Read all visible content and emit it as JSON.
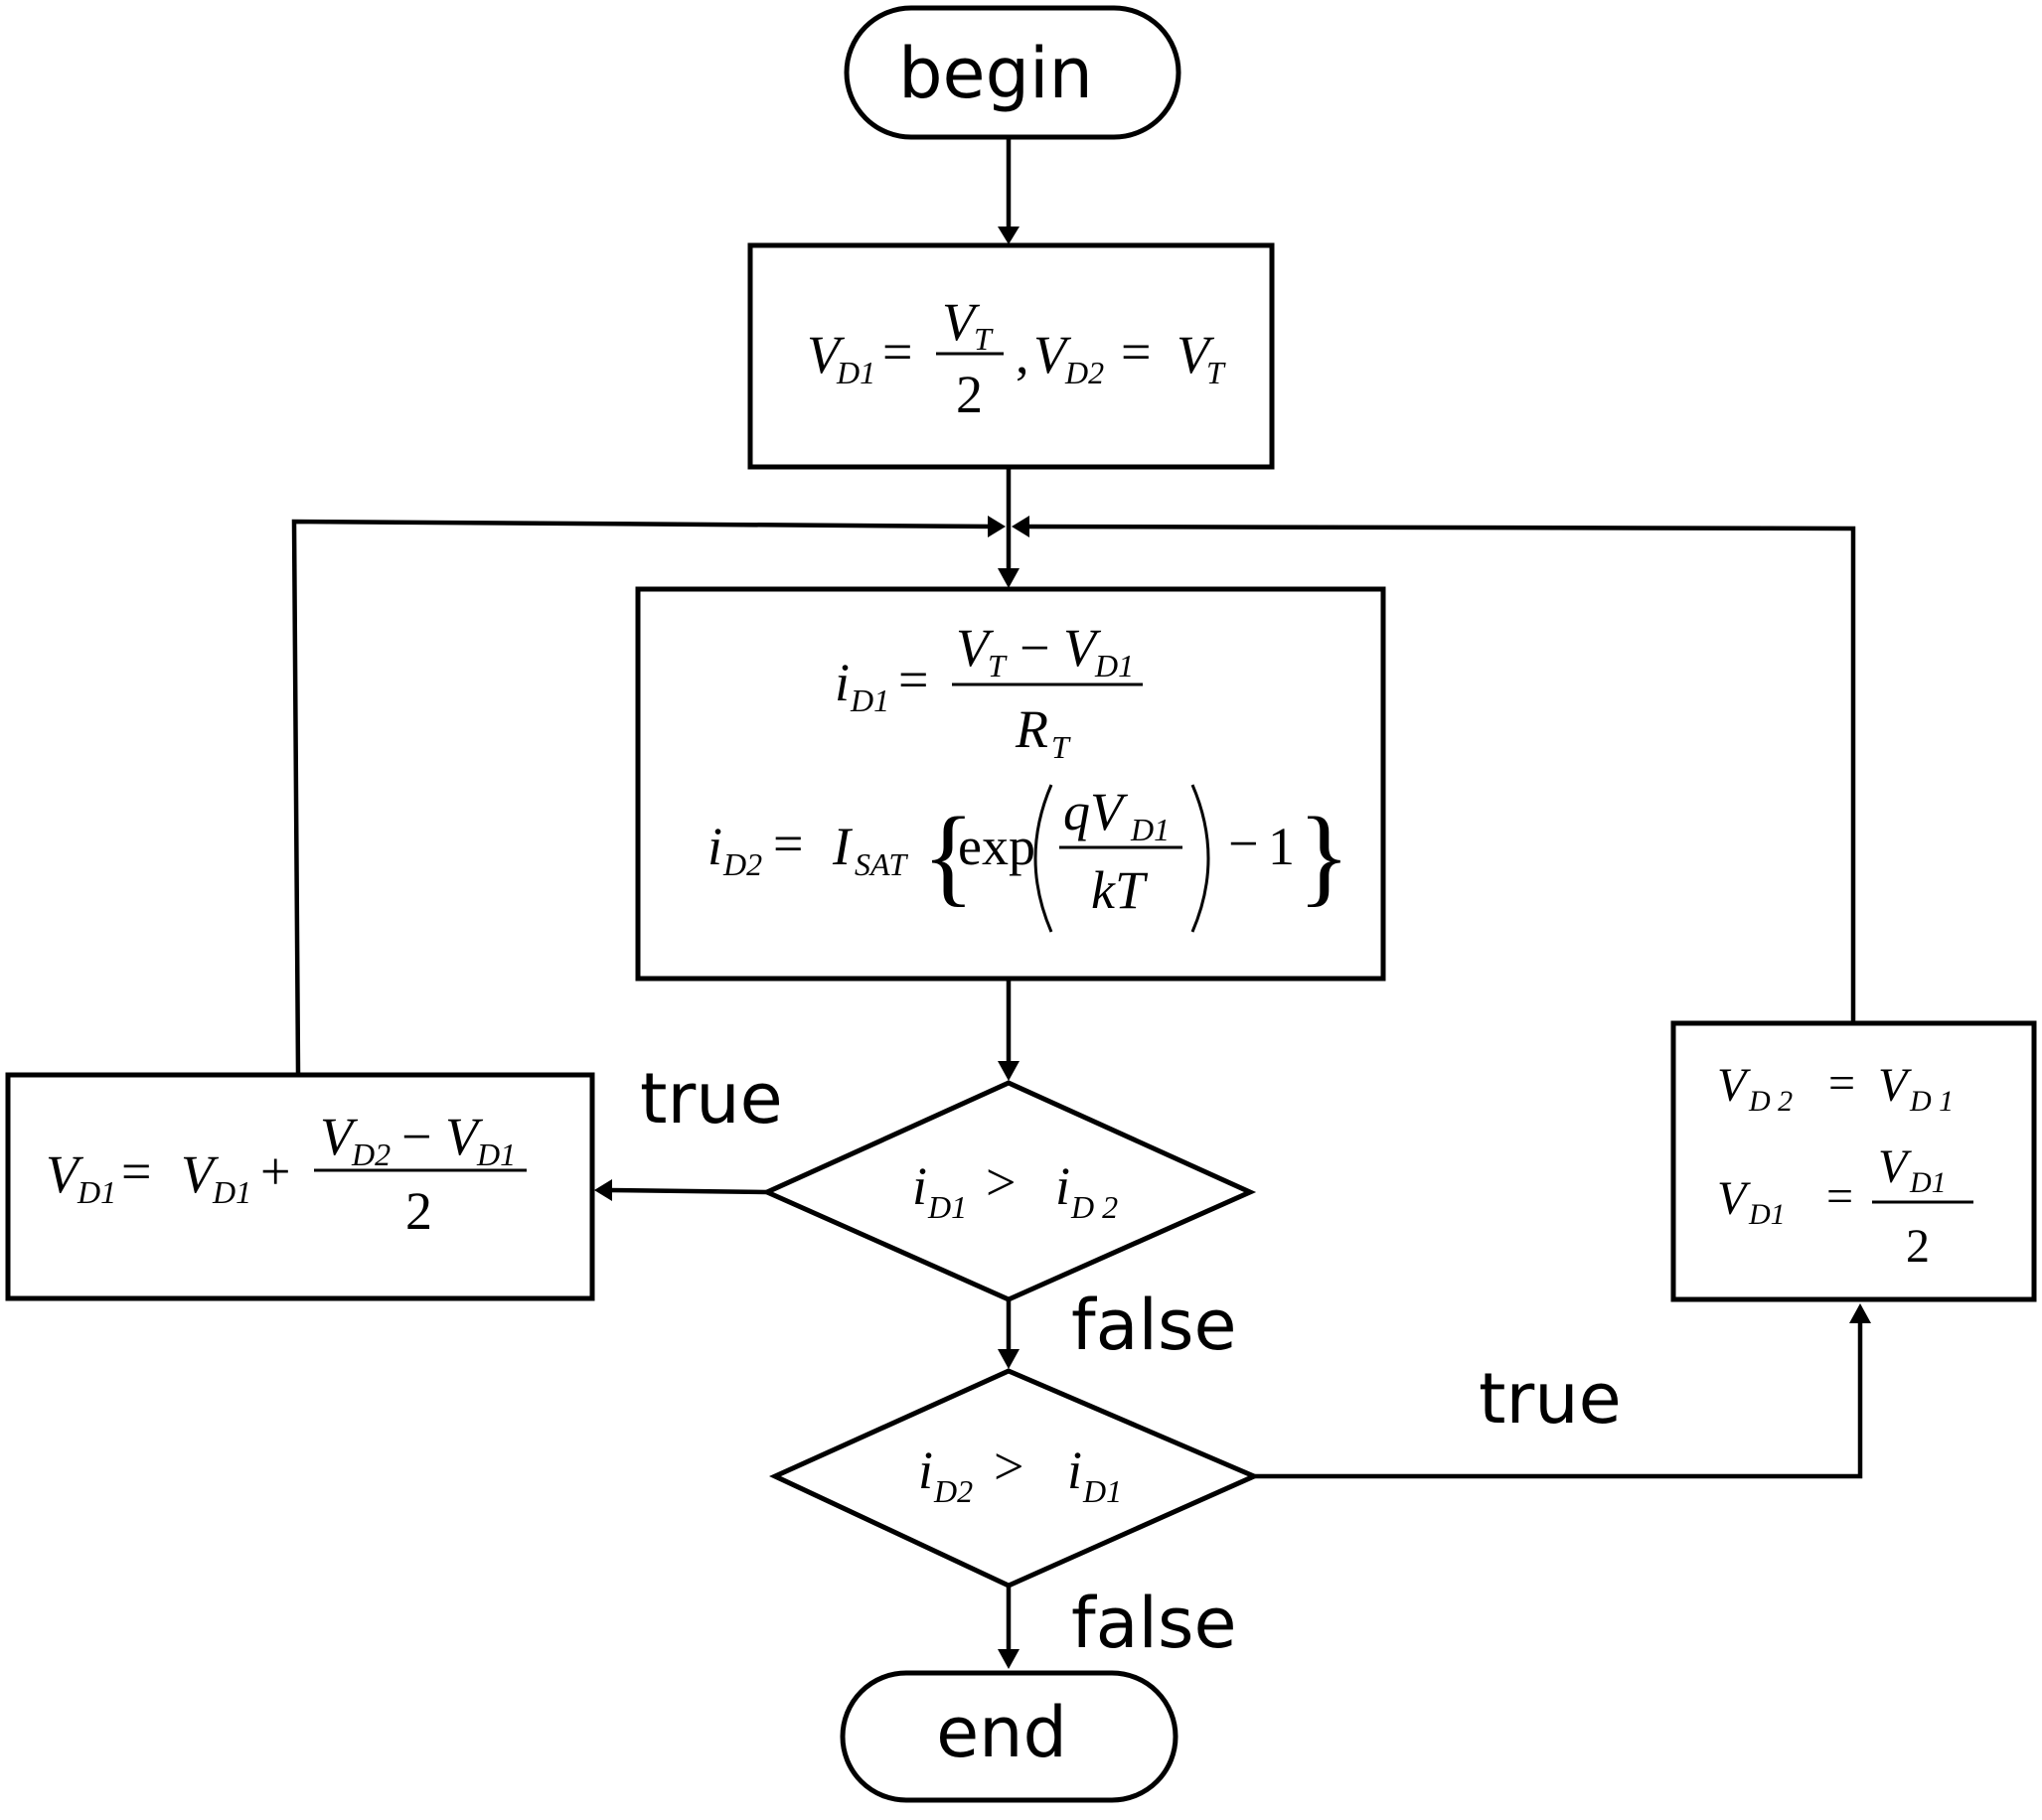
{
  "flowchart": {
    "start": {
      "label": "begin"
    },
    "end": {
      "label": "end"
    },
    "init_box": {
      "formula": "V_D1 = V_T / 2, V_D2 = V_T",
      "v": "V",
      "d1": "D1",
      "d2": "D2",
      "t": "T",
      "two": "2"
    },
    "calc_box": {
      "formula_1": "i_D1 = (V_T - V_D1) / R_T",
      "formula_2": "i_D2 = I_SAT { exp( q V_D1 / kT ) - 1 }",
      "i": "i",
      "R": "R",
      "I": "I",
      "sat": "SAT",
      "exp": "exp",
      "q": "q",
      "kT": "kT",
      "one": "1"
    },
    "left_box": {
      "formula": "V_D1 = V_D1 + (V_D2 - V_D1) / 2"
    },
    "right_box": {
      "formula_1": "V_D2 = V_D1",
      "formula_2": "V_D1 = V_D1 / 2"
    },
    "decision_1": {
      "condition": "i_D1 > i_D2"
    },
    "decision_2": {
      "condition": "i_D2 > i_D1"
    },
    "edge_labels": {
      "d1_true": "true",
      "d1_false": "false",
      "d2_true": "true",
      "d2_false": "false"
    }
  }
}
